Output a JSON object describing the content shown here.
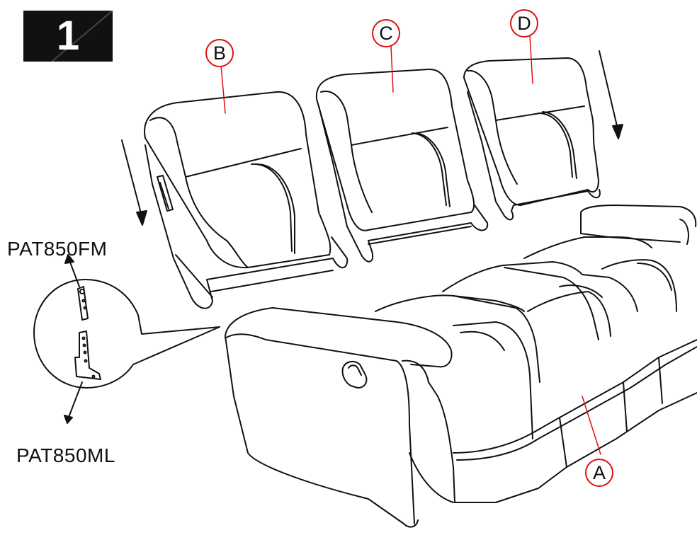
{
  "step": {
    "number": "1"
  },
  "hardware": {
    "upper_code": "PAT850FM",
    "lower_code": "PAT850ML"
  },
  "parts": {
    "A": "A",
    "B": "B",
    "C": "C",
    "D": "D"
  },
  "colors": {
    "line": "#111111",
    "callout": "#dd1111",
    "badge": "#111111"
  }
}
